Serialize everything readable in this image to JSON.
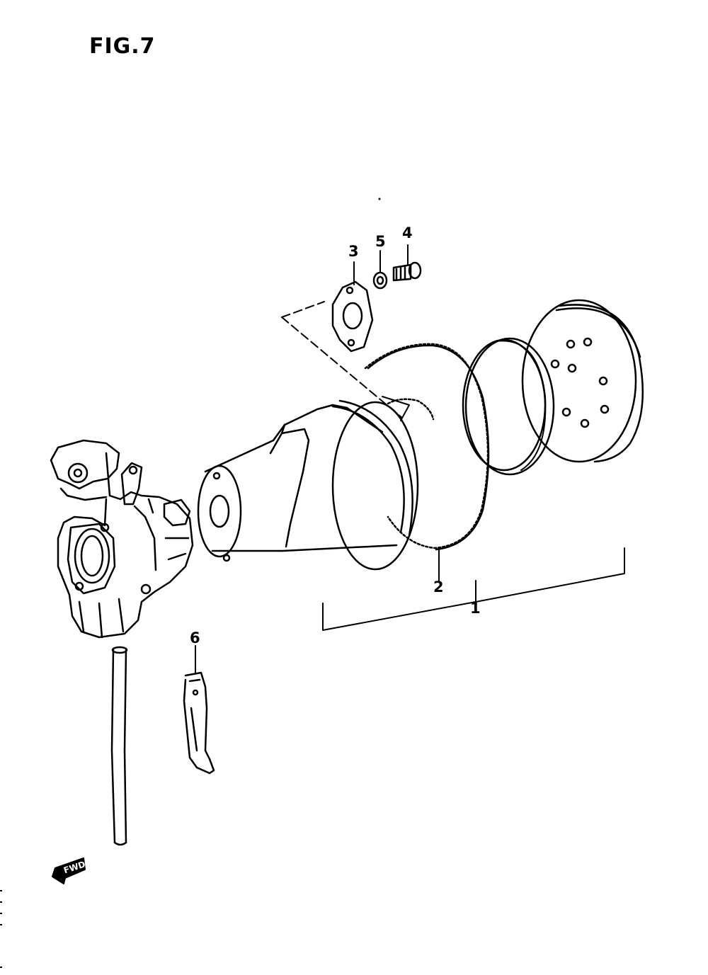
{
  "figure": {
    "title": "FIG.7"
  },
  "callouts": [
    {
      "id": "callout-1",
      "label": "1"
    },
    {
      "id": "callout-2",
      "label": "2"
    },
    {
      "id": "callout-3",
      "label": "3"
    },
    {
      "id": "callout-4",
      "label": "4"
    },
    {
      "id": "callout-5",
      "label": "5"
    },
    {
      "id": "callout-6",
      "label": "6"
    }
  ],
  "direction_marker": {
    "label": "FWD",
    "icon": "fwd-arrow-icon"
  },
  "colors": {
    "ink": "#000000",
    "paper": "#ffffff"
  }
}
